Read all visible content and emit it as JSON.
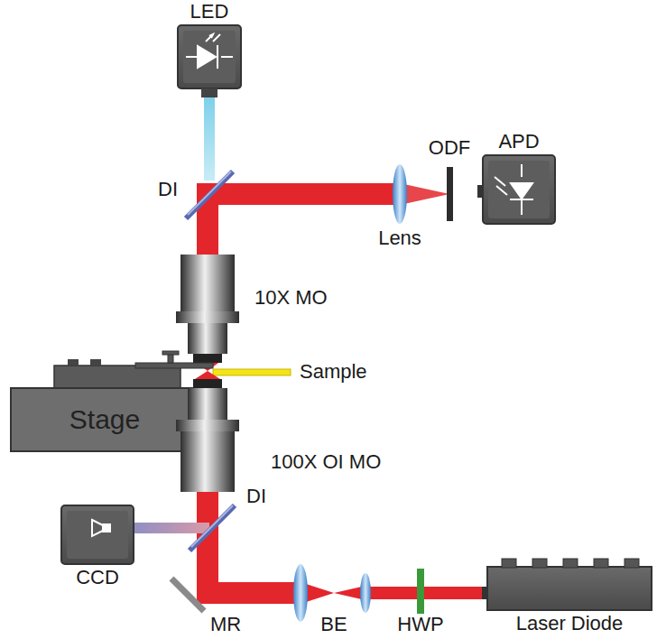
{
  "diagram": {
    "nodes": [
      {
        "text": [
          "LED"
        ]
      },
      {
        "text": [
          "APD"
        ]
      },
      {
        "text": [
          "Stage"
        ]
      },
      {
        "text": [
          "CCD"
        ]
      },
      {
        "text": [
          "Laser Diode"
        ]
      }
    ],
    "labels": [
      "DI",
      "ODF",
      "Lens",
      "10X MO",
      "Sample",
      "100X OI MO",
      "DI",
      "MR",
      "BE",
      "HWP"
    ]
  }
}
